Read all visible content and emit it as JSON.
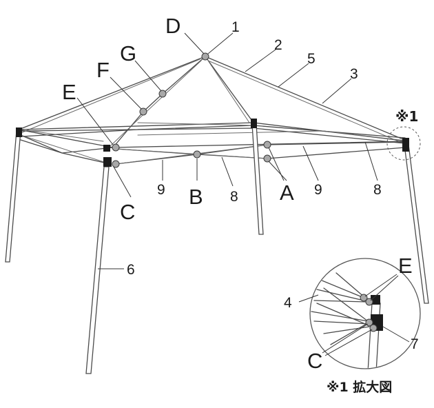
{
  "labels": {
    "D": "D",
    "G": "G",
    "F": "F",
    "E": "E",
    "C": "C",
    "B": "B",
    "A": "A",
    "n1": "1",
    "n2": "2",
    "n3": "3",
    "n5": "5",
    "n6": "6",
    "n8_left": "8",
    "n8_right": "8",
    "n9_left": "9",
    "n9_right": "9",
    "detail_mark": "※1"
  },
  "detail": {
    "E": "E",
    "C": "C",
    "n4": "4",
    "n7": "7",
    "caption": "※1 拡大図"
  }
}
